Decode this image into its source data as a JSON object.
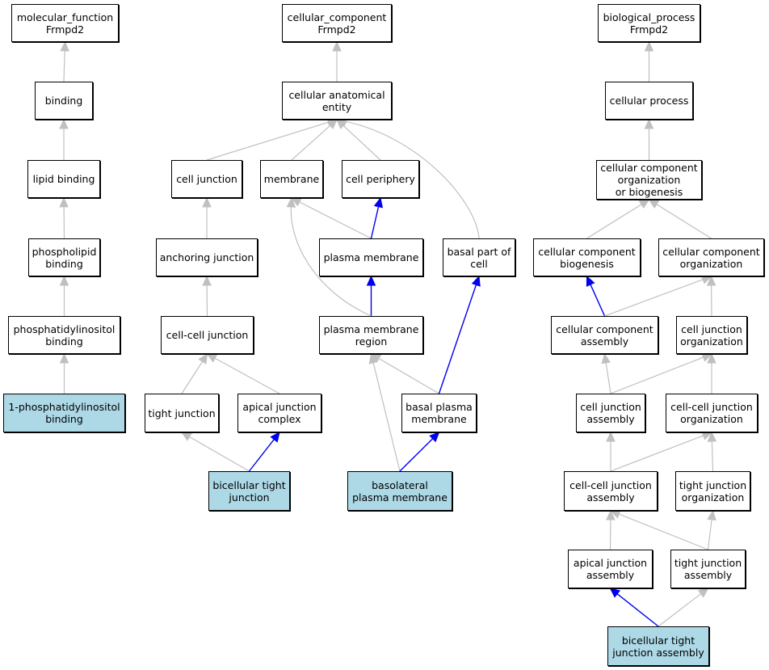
{
  "colors": {
    "highlight": "#add8e6",
    "node_border": "#000000",
    "edge_default": "#c0c0c0",
    "edge_direct": "#0000ee"
  },
  "nodes": {
    "mf_root": "molecular_function\nFrmpd2",
    "binding": "binding",
    "lipid_binding": "lipid binding",
    "phospholipid_binding": "phospholipid\nbinding",
    "ptdins_binding": "phosphatidylinositol\nbinding",
    "ptdins1_binding": "1-phosphatidylinositol\nbinding",
    "cc_root": "cellular_component\nFrmpd2",
    "anatomical_entity": "cellular anatomical\nentity",
    "cell_junction": "cell junction",
    "membrane": "membrane",
    "cell_periphery": "cell periphery",
    "anchoring_junction": "anchoring junction",
    "plasma_membrane": "plasma membrane",
    "basal_part_of_cell": "basal part of\ncell",
    "cell_cell_junction": "cell-cell junction",
    "pm_region": "plasma membrane\nregion",
    "tight_junction": "tight junction",
    "apical_junction_complex": "apical junction\ncomplex",
    "basal_pm": "basal plasma\nmembrane",
    "bicellular_tj": "bicellular tight\njunction",
    "basolateral_pm": "basolateral\nplasma membrane",
    "bp_root": "biological_process\nFrmpd2",
    "cellular_process": "cellular process",
    "cc_org_biogenesis": "cellular component\norganization\nor biogenesis",
    "cc_biogenesis": "cellular component\nbiogenesis",
    "cc_organization": "cellular component\norganization",
    "cc_assembly": "cellular component\nassembly",
    "cj_organization": "cell junction\norganization",
    "cj_assembly": "cell junction\nassembly",
    "ccj_organization": "cell-cell junction\norganization",
    "ccj_assembly": "cell-cell junction\nassembly",
    "tj_organization": "tight junction\norganization",
    "apical_junction_assembly": "apical junction\nassembly",
    "tj_assembly": "tight junction\nassembly",
    "bicellular_tj_assembly": "bicellular tight\njunction assembly"
  },
  "highlighted": [
    "ptdins1_binding",
    "bicellular_tj",
    "basolateral_pm",
    "bicellular_tj_assembly"
  ],
  "edges": [
    {
      "from": "binding",
      "to": "mf_root",
      "direct": false
    },
    {
      "from": "lipid_binding",
      "to": "binding",
      "direct": false
    },
    {
      "from": "phospholipid_binding",
      "to": "lipid_binding",
      "direct": false
    },
    {
      "from": "ptdins_binding",
      "to": "phospholipid_binding",
      "direct": false
    },
    {
      "from": "ptdins1_binding",
      "to": "ptdins_binding",
      "direct": false
    },
    {
      "from": "anatomical_entity",
      "to": "cc_root",
      "direct": false
    },
    {
      "from": "cell_junction",
      "to": "anatomical_entity",
      "direct": false
    },
    {
      "from": "membrane",
      "to": "anatomical_entity",
      "direct": false
    },
    {
      "from": "cell_periphery",
      "to": "anatomical_entity",
      "direct": false
    },
    {
      "from": "basal_part_of_cell",
      "to": "anatomical_entity",
      "direct": false
    },
    {
      "from": "anchoring_junction",
      "to": "cell_junction",
      "direct": false
    },
    {
      "from": "plasma_membrane",
      "to": "membrane",
      "direct": false
    },
    {
      "from": "plasma_membrane",
      "to": "cell_periphery",
      "direct": true
    },
    {
      "from": "cell_cell_junction",
      "to": "anchoring_junction",
      "direct": false
    },
    {
      "from": "pm_region",
      "to": "plasma_membrane",
      "direct": true
    },
    {
      "from": "pm_region",
      "to": "membrane",
      "direct": false
    },
    {
      "from": "tight_junction",
      "to": "cell_cell_junction",
      "direct": false
    },
    {
      "from": "apical_junction_complex",
      "to": "cell_cell_junction",
      "direct": false
    },
    {
      "from": "basal_pm",
      "to": "pm_region",
      "direct": false
    },
    {
      "from": "basal_pm",
      "to": "basal_part_of_cell",
      "direct": true
    },
    {
      "from": "bicellular_tj",
      "to": "tight_junction",
      "direct": false
    },
    {
      "from": "bicellular_tj",
      "to": "apical_junction_complex",
      "direct": true
    },
    {
      "from": "basolateral_pm",
      "to": "pm_region",
      "direct": false
    },
    {
      "from": "basolateral_pm",
      "to": "basal_pm",
      "direct": true
    },
    {
      "from": "cellular_process",
      "to": "bp_root",
      "direct": false
    },
    {
      "from": "cc_org_biogenesis",
      "to": "cellular_process",
      "direct": false
    },
    {
      "from": "cc_biogenesis",
      "to": "cc_org_biogenesis",
      "direct": false
    },
    {
      "from": "cc_organization",
      "to": "cc_org_biogenesis",
      "direct": false
    },
    {
      "from": "cc_assembly",
      "to": "cc_biogenesis",
      "direct": true
    },
    {
      "from": "cc_assembly",
      "to": "cc_organization",
      "direct": false
    },
    {
      "from": "cj_organization",
      "to": "cc_organization",
      "direct": false
    },
    {
      "from": "cj_assembly",
      "to": "cc_assembly",
      "direct": false
    },
    {
      "from": "cj_assembly",
      "to": "cj_organization",
      "direct": false
    },
    {
      "from": "ccj_organization",
      "to": "cj_organization",
      "direct": false
    },
    {
      "from": "ccj_assembly",
      "to": "cj_assembly",
      "direct": false
    },
    {
      "from": "ccj_assembly",
      "to": "ccj_organization",
      "direct": false
    },
    {
      "from": "tj_organization",
      "to": "ccj_organization",
      "direct": false
    },
    {
      "from": "apical_junction_assembly",
      "to": "ccj_assembly",
      "direct": false
    },
    {
      "from": "tj_assembly",
      "to": "ccj_assembly",
      "direct": false
    },
    {
      "from": "tj_assembly",
      "to": "tj_organization",
      "direct": false
    },
    {
      "from": "bicellular_tj_assembly",
      "to": "apical_junction_assembly",
      "direct": true
    },
    {
      "from": "bicellular_tj_assembly",
      "to": "tj_assembly",
      "direct": false
    }
  ]
}
